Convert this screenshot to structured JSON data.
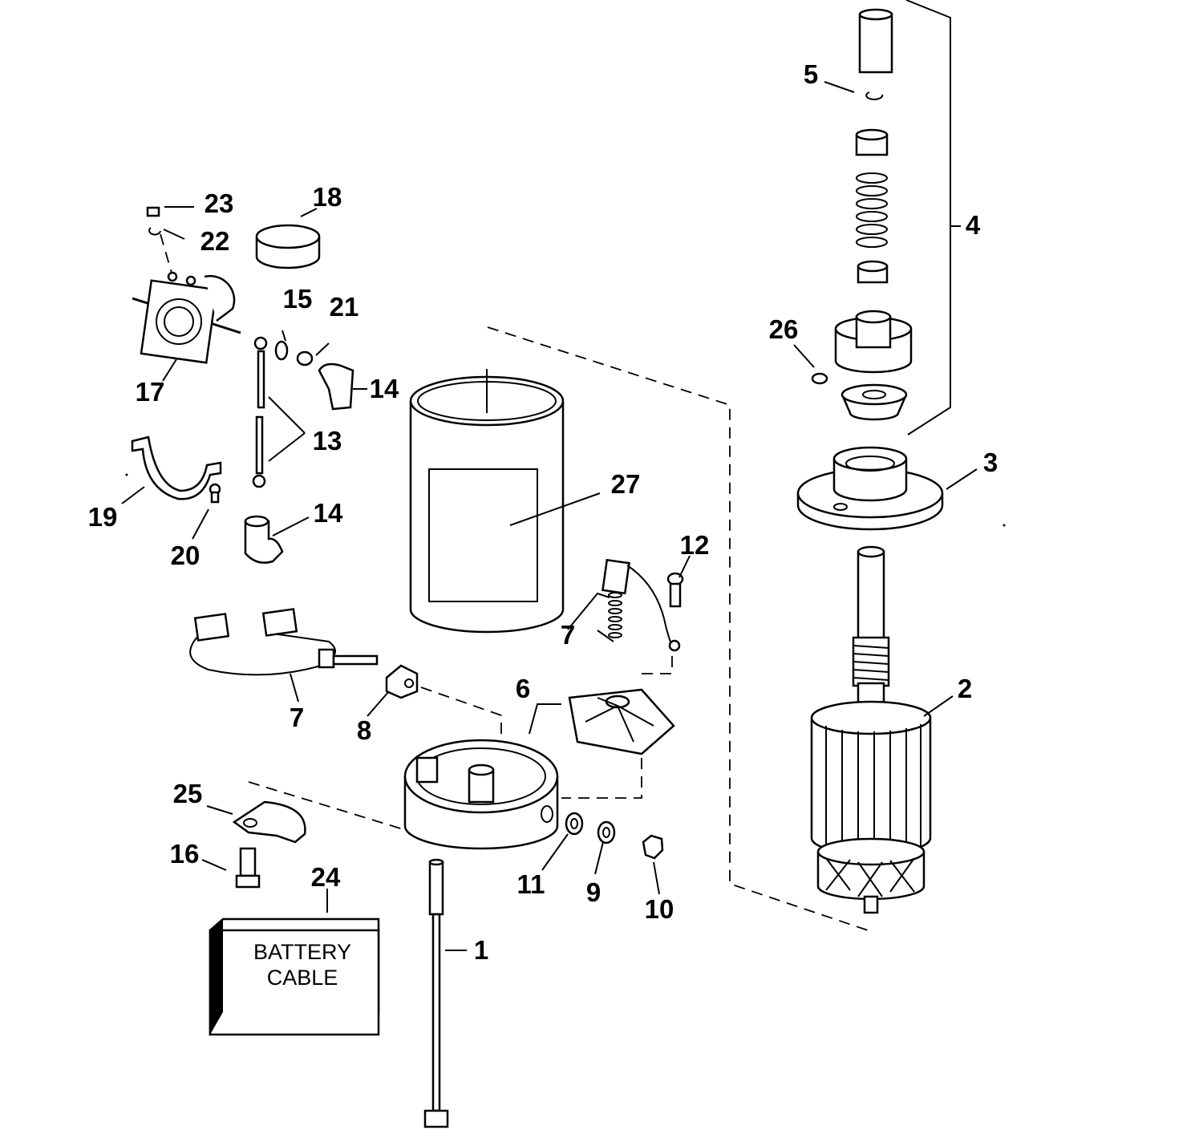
{
  "callouts": [
    {
      "id": "1",
      "label": "1"
    },
    {
      "id": "2",
      "label": "2"
    },
    {
      "id": "3",
      "label": "3"
    },
    {
      "id": "4",
      "label": "4"
    },
    {
      "id": "5",
      "label": "5"
    },
    {
      "id": "6",
      "label": "6"
    },
    {
      "id": "7a",
      "label": "7"
    },
    {
      "id": "7b",
      "label": "7"
    },
    {
      "id": "8",
      "label": "8"
    },
    {
      "id": "9",
      "label": "9"
    },
    {
      "id": "10",
      "label": "10"
    },
    {
      "id": "11",
      "label": "11"
    },
    {
      "id": "12",
      "label": "12"
    },
    {
      "id": "13",
      "label": "13"
    },
    {
      "id": "14a",
      "label": "14"
    },
    {
      "id": "14b",
      "label": "14"
    },
    {
      "id": "15",
      "label": "15"
    },
    {
      "id": "16",
      "label": "16"
    },
    {
      "id": "17",
      "label": "17"
    },
    {
      "id": "18",
      "label": "18"
    },
    {
      "id": "19",
      "label": "19"
    },
    {
      "id": "20",
      "label": "20"
    },
    {
      "id": "21",
      "label": "21"
    },
    {
      "id": "22",
      "label": "22"
    },
    {
      "id": "23",
      "label": "23"
    },
    {
      "id": "24",
      "label": "24"
    },
    {
      "id": "25",
      "label": "25"
    },
    {
      "id": "26",
      "label": "26"
    },
    {
      "id": "27",
      "label": "27"
    }
  ],
  "battery_box": {
    "line1": "BATTERY",
    "line2": "CABLE"
  }
}
